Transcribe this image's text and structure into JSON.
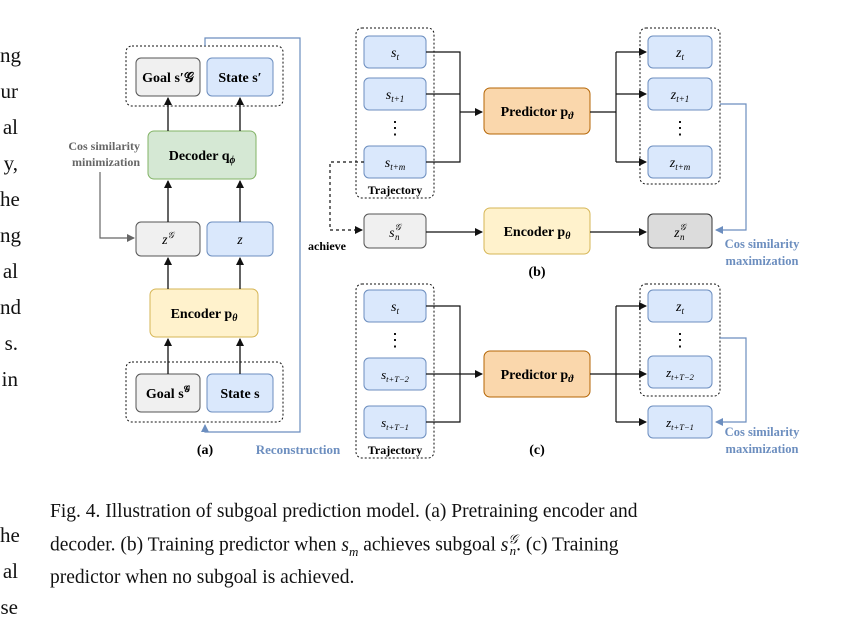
{
  "left_column": [
    "ng",
    "ur",
    "al",
    "y,",
    "he",
    "ng",
    "al",
    "nd",
    "s.",
    "in",
    "he",
    "al",
    "se"
  ],
  "panel_a": {
    "goal_prime": "Goal s′𝒢",
    "state_prime": "State s′",
    "decoder": "Decoder q",
    "decoder_sub": "ϕ",
    "cos_min": [
      "Cos similarity",
      "minimization"
    ],
    "z_goal": "z",
    "z_goal_sup": "𝒢",
    "z": "z",
    "encoder": "Encoder p",
    "encoder_sub": "θ",
    "goal": "Goal s",
    "goal_sup": "𝒢",
    "state": "State s",
    "label": "(a)",
    "reconstruction": "Reconstruction"
  },
  "panel_b": {
    "traj": [
      {
        "base": "s",
        "sub": "t"
      },
      {
        "base": "s",
        "sub": "t+1"
      },
      {
        "base": "⋮",
        "sub": ""
      },
      {
        "base": "s",
        "sub": "t+m"
      }
    ],
    "trajectory": "Trajectory",
    "predictor": "Predictor p",
    "predictor_sub": "ϑ",
    "out": [
      {
        "base": "z",
        "sub": "t"
      },
      {
        "base": "z",
        "sub": "t+1"
      },
      {
        "base": "⋮",
        "sub": ""
      },
      {
        "base": "z",
        "sub": "t+m"
      }
    ],
    "achieve": "achieve",
    "sn": "s",
    "sn_sub": "n",
    "sn_sup": "𝒢",
    "encoder": "Encoder p",
    "encoder_sub": "θ",
    "zn": "z",
    "zn_sub": "n",
    "zn_sup": "𝒢",
    "cos_max": [
      "Cos similarity",
      "maximization"
    ],
    "label": "(b)"
  },
  "panel_c": {
    "traj": [
      {
        "base": "s",
        "sub": "t"
      },
      {
        "base": "⋮",
        "sub": ""
      },
      {
        "base": "s",
        "sub": "t+T−2"
      },
      {
        "base": "s",
        "sub": "t+T−1"
      }
    ],
    "trajectory": "Trajectory",
    "predictor": "Predictor p",
    "predictor_sub": "ϑ",
    "out": [
      {
        "base": "z",
        "sub": "t"
      },
      {
        "base": "⋮",
        "sub": ""
      },
      {
        "base": "z",
        "sub": "t+T−2"
      },
      {
        "base": "z",
        "sub": "t+T−1"
      }
    ],
    "cos_max": [
      "Cos similarity",
      "maximization"
    ],
    "label": "(c)"
  },
  "caption": {
    "line1": "Fig. 4.   Illustration of subgoal prediction model. (a) Pretraining encoder and",
    "line2a": "decoder. (b) Training predictor when ",
    "line2_sm": "s",
    "line2_sm_sub": "m",
    "line2b": " achieves subgoal ",
    "line2_sn": "s",
    "line2_sn_sub": "n",
    "line2_sn_sup": "𝒢",
    "line2c": ". (c) Training",
    "line3": "predictor when no subgoal is achieved."
  },
  "colors": {
    "blue_fill": "#dae8fc",
    "blue_stroke": "#6c8ebf",
    "gray_fill": "#f0f0f0",
    "gray_stroke": "#555555",
    "green_fill": "#d5e8d4",
    "green_stroke": "#82b366",
    "yellow_fill": "#fff2cc",
    "yellow_stroke": "#d6b656",
    "orange_fill": "#fad7ac",
    "orange_stroke": "#b46504",
    "annot_blue": "#6c8ebf"
  }
}
